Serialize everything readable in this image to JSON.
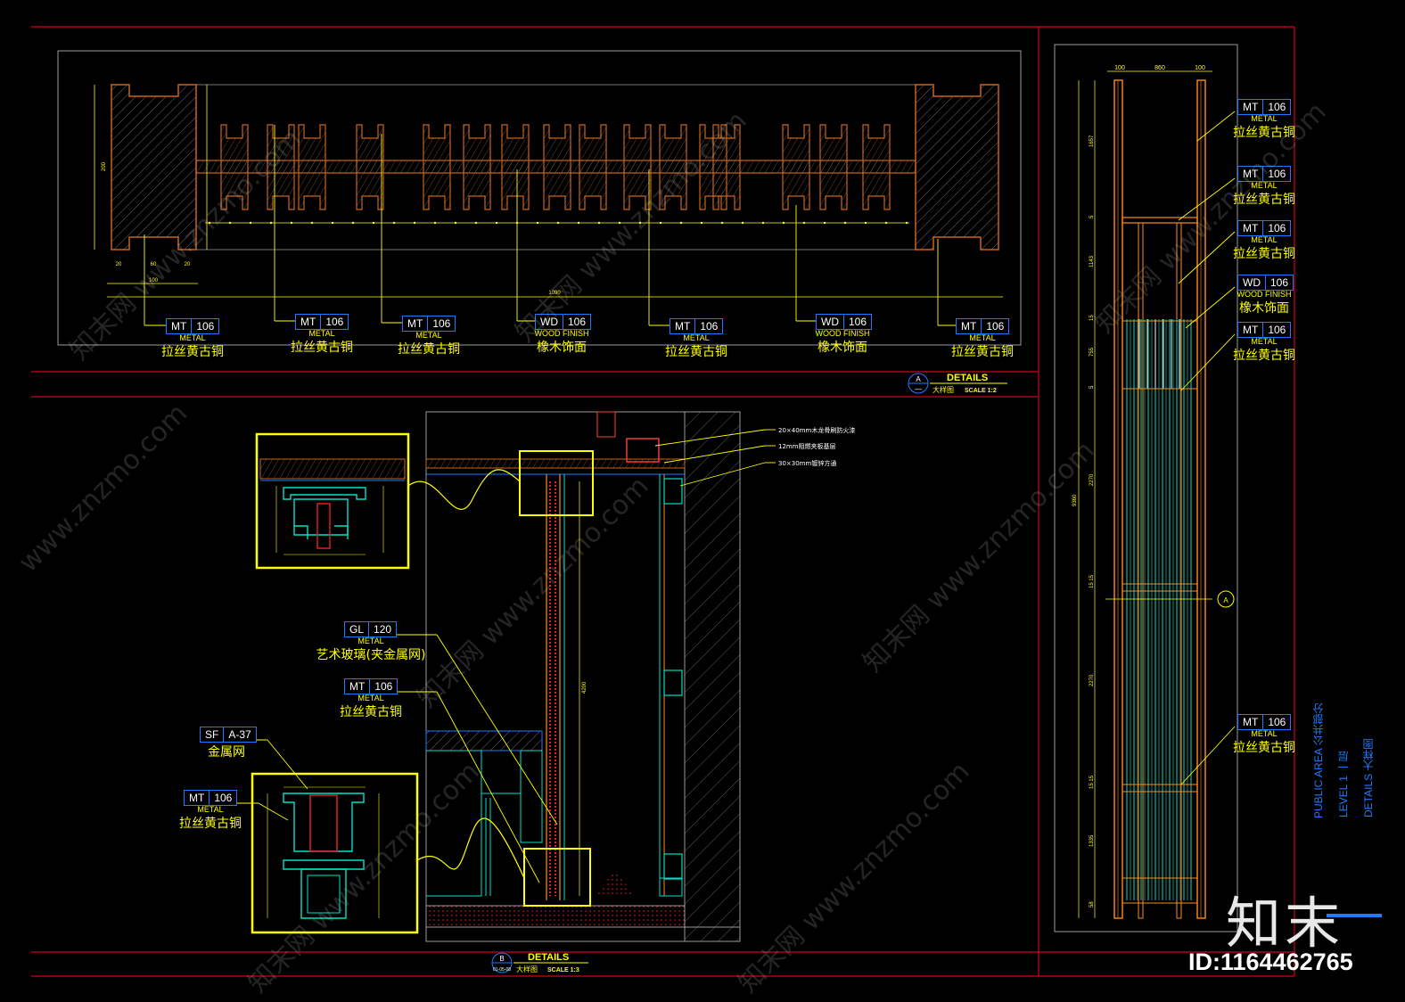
{
  "drawing": {
    "details_title": "DETAILS",
    "details_sub": "大样图",
    "scale_a": "SCALE 1:2",
    "scale_b": "SCALE 1:3",
    "marker_a_top": "A",
    "marker_a_bottom": "—",
    "marker_b_top": "B",
    "marker_b_bottom": "01-05-08",
    "section_marker": "A"
  },
  "dimensions": {
    "top_total": "1090",
    "bottom_left": "100",
    "bottom_parts": [
      "20",
      "60",
      "20"
    ],
    "left_height": "200",
    "right_top": [
      "100",
      "860",
      "100"
    ],
    "right_side": [
      "1657",
      "5",
      "1143",
      "15",
      "755",
      "5",
      "2270",
      "15 15",
      "2270",
      "15 15",
      "1335",
      "58"
    ],
    "right_total": "9360",
    "middle_height": "4200"
  },
  "detail_notes": [
    "20×40mm木龙骨刷防火漆",
    "12mm阻燃夹板基层",
    "30×30mm镀锌方通"
  ],
  "callouts": {
    "top": [
      {
        "code": "MT",
        "num": "106",
        "sub": "METAL",
        "cn": "拉丝黄古铜"
      },
      {
        "code": "MT",
        "num": "106",
        "sub": "METAL",
        "cn": "拉丝黄古铜"
      },
      {
        "code": "MT",
        "num": "106",
        "sub": "METAL",
        "cn": "拉丝黄古铜"
      },
      {
        "code": "WD",
        "num": "106",
        "sub": "WOOD FINISH",
        "cn": "橡木饰面"
      },
      {
        "code": "MT",
        "num": "106",
        "sub": "METAL",
        "cn": "拉丝黄古铜"
      },
      {
        "code": "WD",
        "num": "106",
        "sub": "WOOD FINISH",
        "cn": "橡木饰面"
      },
      {
        "code": "MT",
        "num": "106",
        "sub": "METAL",
        "cn": "拉丝黄古铜"
      }
    ],
    "right": [
      {
        "code": "MT",
        "num": "106",
        "sub": "METAL",
        "cn": "拉丝黄古铜"
      },
      {
        "code": "MT",
        "num": "106",
        "sub": "METAL",
        "cn": "拉丝黄古铜"
      },
      {
        "code": "MT",
        "num": "106",
        "sub": "METAL",
        "cn": "拉丝黄古铜"
      },
      {
        "code": "WD",
        "num": "106",
        "sub": "WOOD FINISH",
        "cn": "橡木饰面"
      },
      {
        "code": "MT",
        "num": "106",
        "sub": "METAL",
        "cn": "拉丝黄古铜"
      },
      {
        "code": "MT",
        "num": "106",
        "sub": "METAL",
        "cn": "拉丝黄古铜"
      }
    ],
    "bottom": [
      {
        "code": "GL",
        "num": "120",
        "sub": "METAL",
        "cn": "艺术玻璃(夹金属网)"
      },
      {
        "code": "MT",
        "num": "106",
        "sub": "METAL",
        "cn": "拉丝黄古铜"
      },
      {
        "code": "SF",
        "num": "A-37",
        "sub": "",
        "cn": "金属网"
      },
      {
        "code": "MT",
        "num": "106",
        "sub": "METAL",
        "cn": "拉丝黄古铜"
      }
    ]
  },
  "title_block": {
    "col1": "PUBLIC AREA  公共部分",
    "col2": "LEVEL 1  一层",
    "col3": "DETAILS  大样图"
  },
  "watermark": {
    "brand": "知末",
    "id": "ID:1164462765",
    "texts": [
      "知末网 www.znzmo.com",
      "www.znzmo.com"
    ]
  },
  "colors": {
    "frame": "#d0011b",
    "metal": "#ff8c1a",
    "wood": "#c8641e",
    "dim": "#ffff00",
    "glass": "#00e0c8",
    "tag_border": "#1e7bff",
    "hatch": "#6a6a6a",
    "sheet": "#ffffff"
  }
}
